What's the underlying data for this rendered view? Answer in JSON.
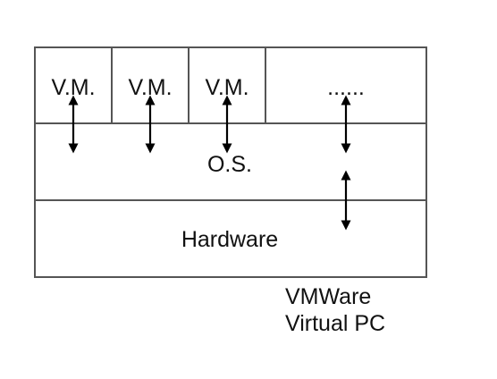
{
  "colors": {
    "stroke_boxes": "#555555",
    "stroke_arrows": "#000000",
    "text": "#111111"
  },
  "diagram": {
    "vm_labels": [
      "V.M.",
      "V.M.",
      "V.M."
    ],
    "ellipsis_label": "......",
    "os_label": "O.S.",
    "hardware_label": "Hardware",
    "caption_lines": [
      "VMWare",
      "Virtual PC"
    ]
  }
}
